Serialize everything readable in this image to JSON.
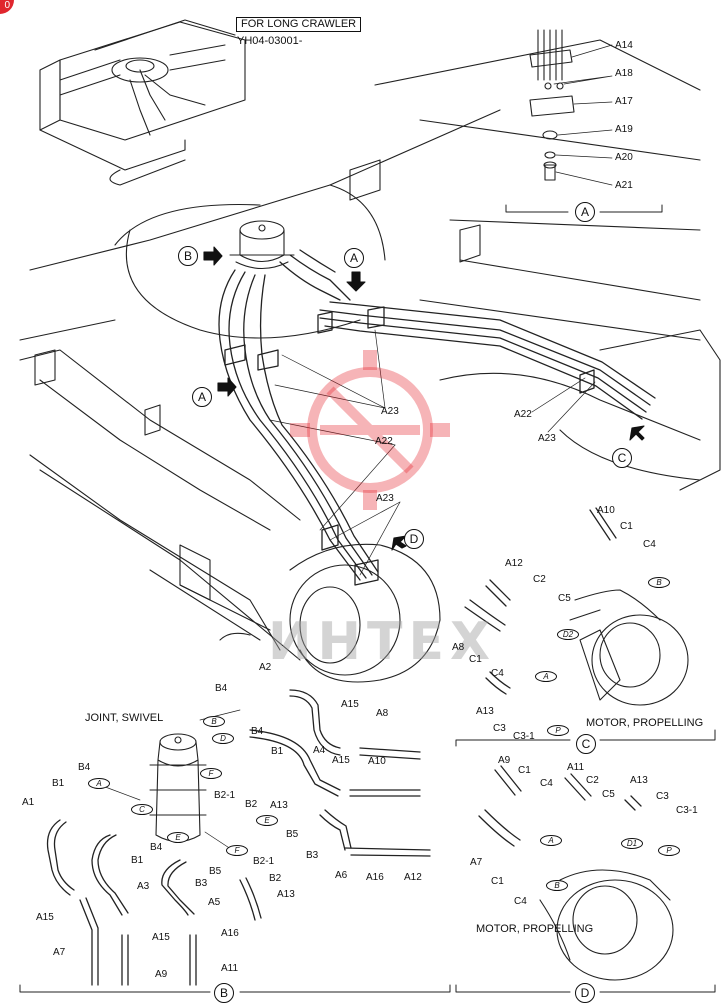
{
  "header": {
    "box_label": "FOR LONG CRAWLER",
    "serial": "YH04-03001-"
  },
  "corner_badge": "0",
  "watermark": "ИНТЕХ",
  "view_markers": {
    "a_top": "A",
    "a_left": "A",
    "b_left": "B",
    "c_right": "C",
    "d_mid": "D",
    "a_detail": "A",
    "b_detail": "B",
    "c_detail": "C",
    "d_detail": "D"
  },
  "overview_callouts": {
    "a23_upper": "A23",
    "a22_right": "A22",
    "a23_right": "A23",
    "a22_mid": "A22",
    "a23_lower": "A23"
  },
  "detail_a": {
    "labels": [
      "A14",
      "A18",
      "A17",
      "A19",
      "A20",
      "A21"
    ]
  },
  "detail_b": {
    "title": "JOINT, SWIVEL",
    "labels": {
      "A2": "A2",
      "B4_top": "B4",
      "A15_top": "A15",
      "A8": "A8",
      "B4_mid": "B4",
      "B1_mid": "B1",
      "A4": "A4",
      "A15_mid": "A15",
      "A10": "A10",
      "B4_left": "B4",
      "B1_left": "B1",
      "A1": "A1",
      "B2_1_top": "B2-1",
      "B2_top": "B2",
      "A13_mid": "A13",
      "B5_right": "B5",
      "B3_right": "B3",
      "B4_low": "B4",
      "B1_low": "B1",
      "B5_low": "B5",
      "B3_low": "B3",
      "B2_1_low": "B2-1",
      "B2_low": "B2",
      "A13_low": "A13",
      "A6": "A6",
      "A16_right": "A16",
      "A12": "A12",
      "A3": "A3",
      "A5": "A5",
      "A15_left": "A15",
      "A15_bottom": "A15",
      "A16_bottom": "A16",
      "A7": "A7",
      "A9": "A9",
      "A11": "A11"
    },
    "ports": [
      "A",
      "B",
      "C",
      "D",
      "E",
      "F",
      "F",
      "E"
    ]
  },
  "detail_c": {
    "title": "MOTOR, PROPELLING",
    "labels": {
      "A10": "A10",
      "C1_top": "C1",
      "C4_top": "C4",
      "A12": "A12",
      "C2": "C2",
      "C5": "C5",
      "A8": "A8",
      "C1_mid": "C1",
      "C4_mid": "C4",
      "A13": "A13",
      "C3": "C3",
      "C3_1": "C3-1"
    },
    "ports": [
      "B",
      "D2",
      "A",
      "P"
    ]
  },
  "detail_d": {
    "title": "MOTOR, PROPELLING",
    "labels": {
      "A9": "A9",
      "C1_top": "C1",
      "C4_top": "C4",
      "A11": "A11",
      "C2": "C2",
      "C5": "C5",
      "A13": "A13",
      "C3": "C3",
      "C3_1": "C3-1",
      "A7": "A7",
      "C1_low": "C1",
      "C4_low": "C4"
    },
    "ports": [
      "A",
      "D1",
      "P",
      "B"
    ]
  }
}
